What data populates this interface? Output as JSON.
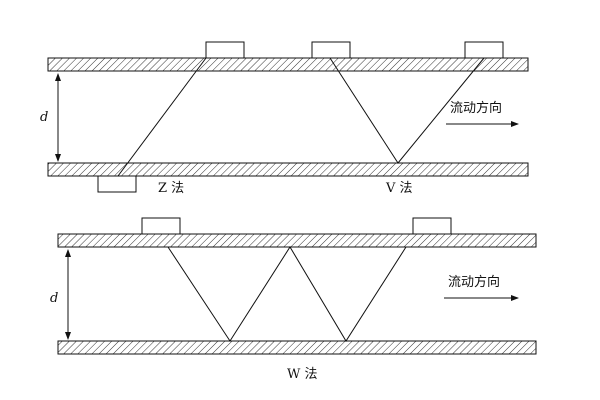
{
  "top_diagram": {
    "distance_label": "d",
    "flow_label": "流动方向",
    "z_method_label": "Z 法",
    "v_method_label": "V 法"
  },
  "bottom_diagram": {
    "distance_label": "d",
    "flow_label": "流动方向",
    "w_method_label": "W 法"
  },
  "colors": {
    "line": "#111111",
    "background": "#ffffff"
  }
}
